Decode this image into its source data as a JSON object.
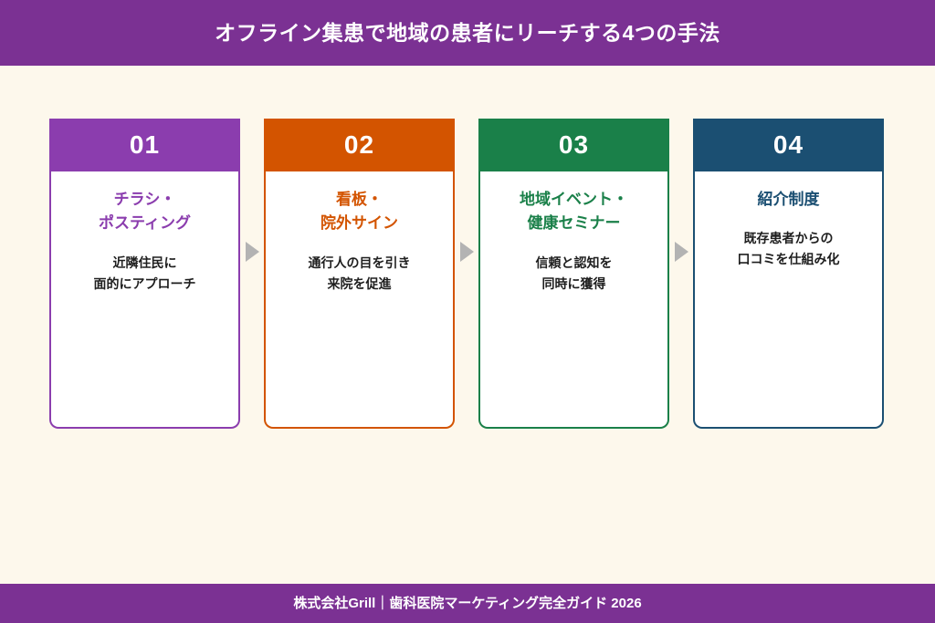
{
  "header": {
    "title": "オフライン集患で地域の患者にリーチする4つの手法",
    "background": "#7B3193",
    "text_color": "#FFFFFF"
  },
  "page": {
    "background": "#FDF8EC",
    "arrow_icon": "triangle-right-icon",
    "arrow_color": "#B3B3B3"
  },
  "cards": [
    {
      "number": "01",
      "title": "チラシ・\nポスティング",
      "description": "近隣住民に\n面的にアプローチ",
      "accent": "#8B3DAE",
      "header_bg": "#8B3DAE",
      "title_color": "#8B3DAE",
      "body_bg": "#FFFFFF"
    },
    {
      "number": "02",
      "title": "看板・\n院外サイン",
      "description": "通行人の目を引き\n来院を促進",
      "accent": "#D35400",
      "header_bg": "#D35400",
      "title_color": "#D35400",
      "body_bg": "#FFFFFF"
    },
    {
      "number": "03",
      "title": "地域イベント・\n健康セミナー",
      "description": "信頼と認知を\n同時に獲得",
      "accent": "#1A8049",
      "header_bg": "#1A8049",
      "title_color": "#1A8049",
      "body_bg": "#FFFFFF"
    },
    {
      "number": "04",
      "title": "紹介制度",
      "description": "既存患者からの\n口コミを仕組み化",
      "accent": "#1B4F72",
      "header_bg": "#1B4F72",
      "title_color": "#1B4F72",
      "body_bg": "#FFFFFF"
    }
  ],
  "footer": {
    "text": "株式会社Grill｜歯科医院マーケティング完全ガイド 2026",
    "background": "#7B3193",
    "text_color": "#FFFFFF"
  }
}
